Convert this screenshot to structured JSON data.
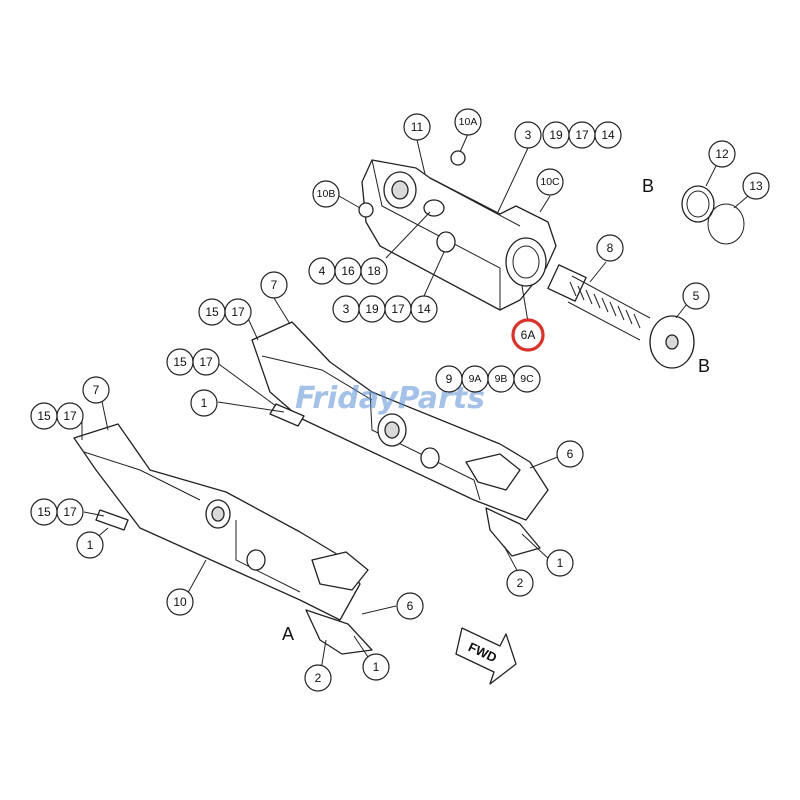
{
  "watermark": "FridayParts",
  "highlight_color": "#d8322b",
  "watermark_color": "#5a8fd6",
  "direction_label": "FWD",
  "letters": {
    "A": "A",
    "B_upper": "B",
    "B_lower": "B"
  },
  "callouts": {
    "c11": "11",
    "c10A": "10A",
    "c3a": "3",
    "c19a": "19",
    "c17a": "17",
    "c14a": "14",
    "c10B": "10B",
    "c10C": "10C",
    "c12": "12",
    "c13": "13",
    "c8": "8",
    "c5": "5",
    "c4": "4",
    "c16": "16",
    "c18": "18",
    "c3b": "3",
    "c19b": "19",
    "c17b": "17",
    "c14b": "14",
    "c6A": "6A",
    "c7a": "7",
    "c15a": "15",
    "c17c": "17",
    "c15b": "15",
    "c17d": "17",
    "c1a": "1",
    "c9": "9",
    "c9A": "9A",
    "c9B": "9B",
    "c9C": "9C",
    "c6a": "6",
    "c1b": "1",
    "c2a": "2",
    "c7b": "7",
    "c15c": "15",
    "c17e": "17",
    "c15d": "15",
    "c17f": "17",
    "c1c": "1",
    "c10": "10",
    "c6b": "6",
    "c2b": "2",
    "c1d": "1"
  }
}
